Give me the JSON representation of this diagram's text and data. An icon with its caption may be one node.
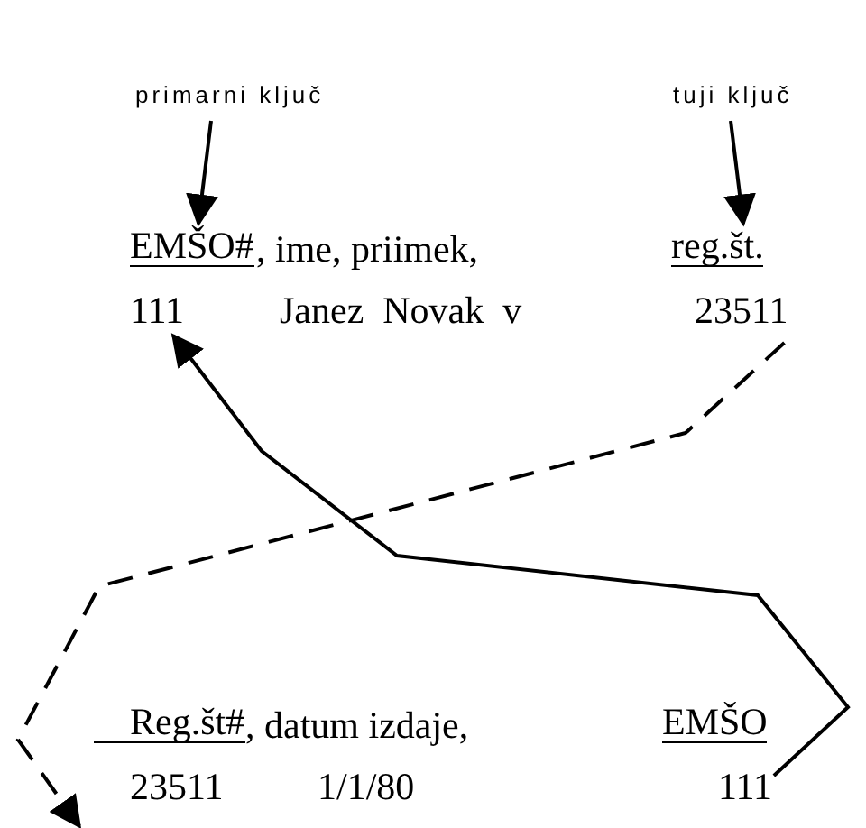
{
  "diagram": {
    "nodes": [
      {
        "text": [
          "primarni ključ"
        ]
      },
      {
        "text": [
          "tuji ključ"
        ]
      },
      {
        "text": [
          "EMŠO#"
        ]
      },
      {
        "text": [
          "reg.št."
        ]
      },
      {
        "text": [
          "111"
        ]
      },
      {
        "text": [
          "23511"
        ]
      },
      {
        "text": [
          "Reg.št#"
        ]
      },
      {
        "text": [
          "EMŠO"
        ]
      },
      {
        "text": [
          "23511"
        ]
      },
      {
        "text": [
          "111"
        ]
      }
    ],
    "edges": [
      {
        "from": 0,
        "to": 2,
        "arrow": "to"
      },
      {
        "from": 1,
        "to": 3,
        "arrow": "to"
      },
      {
        "from": 9,
        "to": 4,
        "arrow": "to"
      },
      {
        "from": 5,
        "to": 8,
        "arrow": "to",
        "style": "dashed"
      }
    ],
    "labels": [
      ", ime, priimek,",
      "Janez  Novak  v",
      ", datum izdaje,",
      "1/1/80"
    ]
  }
}
